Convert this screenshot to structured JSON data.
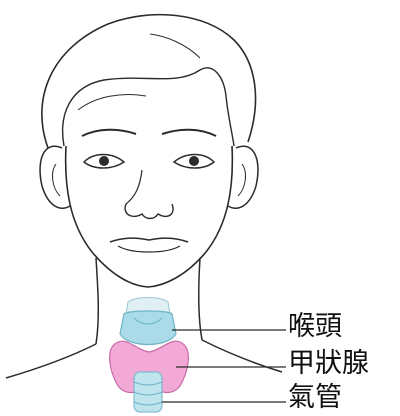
{
  "labels": {
    "larynx": "喉頭",
    "thyroid": "甲狀腺",
    "trachea": "氣管"
  },
  "colors": {
    "outline": "#2b2b2b",
    "larynx": "#a9dbe8",
    "thyroid": "#f2a9d6",
    "trachea": "#bfe4ee",
    "thyroid_outline": "#c96aa6"
  }
}
